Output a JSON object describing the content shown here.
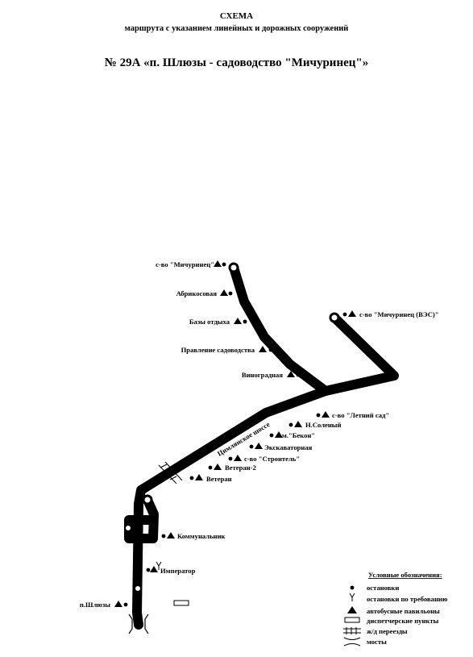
{
  "header": {
    "title": "СХЕМА",
    "subtitle": "маршрута с указанием линейных и дорожных сооружений",
    "route": "№ 29А «п. Шлюзы - садоводство \"Мичуринец\"»"
  },
  "road": {
    "street_name": "Цимлянское шоссе"
  },
  "stops": [
    {
      "id": "michurinets",
      "label": "с-во \"Мичуринец\"",
      "pavilion": true
    },
    {
      "id": "abrikosovaya",
      "label": "Абрикосовая",
      "pavilion": true
    },
    {
      "id": "bazy",
      "label": "Базы отдыха",
      "pavilion": true
    },
    {
      "id": "pravlenie",
      "label": "Правление садоводства",
      "pavilion": true
    },
    {
      "id": "vinogradnaya",
      "label": "Виноградная",
      "pavilion": true
    },
    {
      "id": "michurinets-ves",
      "label": "с-во \"Мичуринец (ВЭС)\"",
      "pavilion": true
    },
    {
      "id": "letniy-sad",
      "label": "с-во \"Летний сад\"",
      "pavilion": true
    },
    {
      "id": "n-soleny",
      "label": "Н.Соленый",
      "pavilion": true
    },
    {
      "id": "bekon",
      "label": "м.\"Бекон\"",
      "pavilion": true
    },
    {
      "id": "ekskavatornaya",
      "label": "Экскаваторная",
      "pavilion": true
    },
    {
      "id": "stroitel",
      "label": "с-во \"Строитель\"",
      "pavilion": true
    },
    {
      "id": "veteran-2",
      "label": "Ветеран-2",
      "pavilion": true
    },
    {
      "id": "veteran",
      "label": "Ветеран",
      "pavilion": true
    },
    {
      "id": "kommunalnik",
      "label": "Коммунальник",
      "pavilion": true
    },
    {
      "id": "imperator",
      "label": "Император",
      "pavilion": true,
      "on_request": true
    },
    {
      "id": "shlyuzy",
      "label": "п.Шлюзы",
      "pavilion": true
    }
  ],
  "legend": {
    "title": "Условные обозначения:",
    "items": [
      {
        "symbol": "stop",
        "label": "остановки"
      },
      {
        "symbol": "request-stop",
        "label": "остановки по требованию"
      },
      {
        "symbol": "pavilion",
        "label": "автобусные павильоны"
      },
      {
        "symbol": "dispatch",
        "label": "диспетчерские пункты"
      },
      {
        "symbol": "crossing",
        "label": "ж/д переезды"
      },
      {
        "symbol": "bridge",
        "label": "мосты"
      }
    ]
  }
}
